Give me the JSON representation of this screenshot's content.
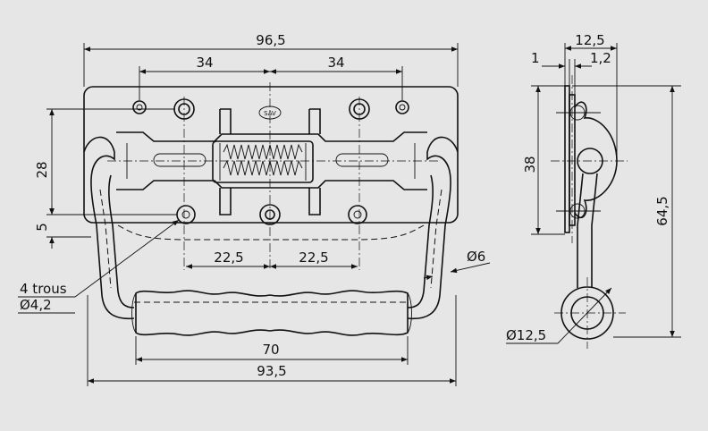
{
  "dimensions": {
    "overall_width": "96,5",
    "hole_spacing_left": "34",
    "hole_spacing_right": "34",
    "height_28": "28",
    "offset_5": "5",
    "bottom_spacing_left": "22,5",
    "bottom_spacing_right": "22,5",
    "wire_diameter": "Ø6",
    "holes_count": "4 trous",
    "holes_diameter": "Ø4,2",
    "grip_length": "70",
    "handle_width": "93,5",
    "side_total": "12,5",
    "side_plate": "1",
    "side_offset": "1,2",
    "side_height": "38",
    "side_overall": "64,5",
    "grip_diameter": "Ø12,5"
  },
  "logo_text": "SAV",
  "colors": {
    "background": "#e6e6e6",
    "ink": "#111111"
  }
}
